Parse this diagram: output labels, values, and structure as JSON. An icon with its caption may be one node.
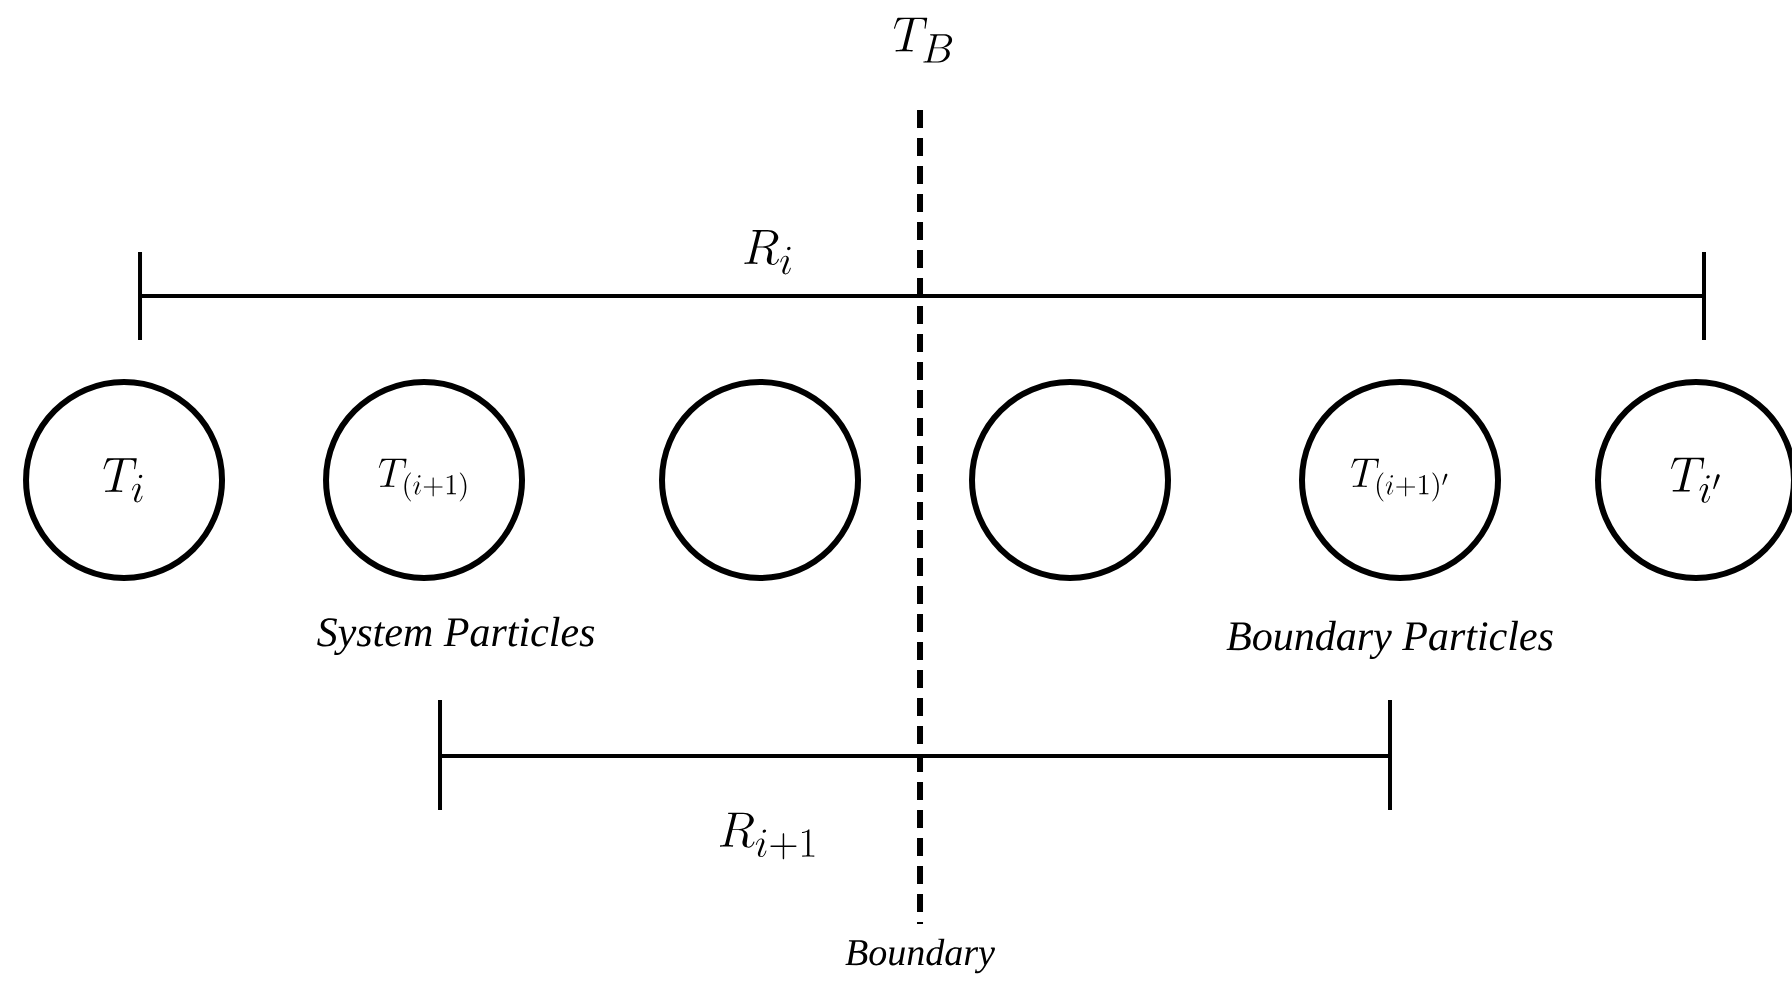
{
  "diagram": {
    "nodes": [
      {
        "text": [
          "T_{i}"
        ]
      },
      {
        "text": [
          "T_{(i+1)}"
        ]
      },
      {
        "text": [],
        "shape": "circle"
      },
      {
        "text": [],
        "shape": "circle"
      },
      {
        "text": [
          "T_{(i+1)'}"
        ]
      },
      {
        "text": [
          "T_{i'}"
        ]
      }
    ],
    "edges": [],
    "labels": [
      "T_{B}",
      "R_{i}",
      "System Particles",
      "Boundary Particles",
      "R_{i+1}",
      "Boundary"
    ]
  }
}
